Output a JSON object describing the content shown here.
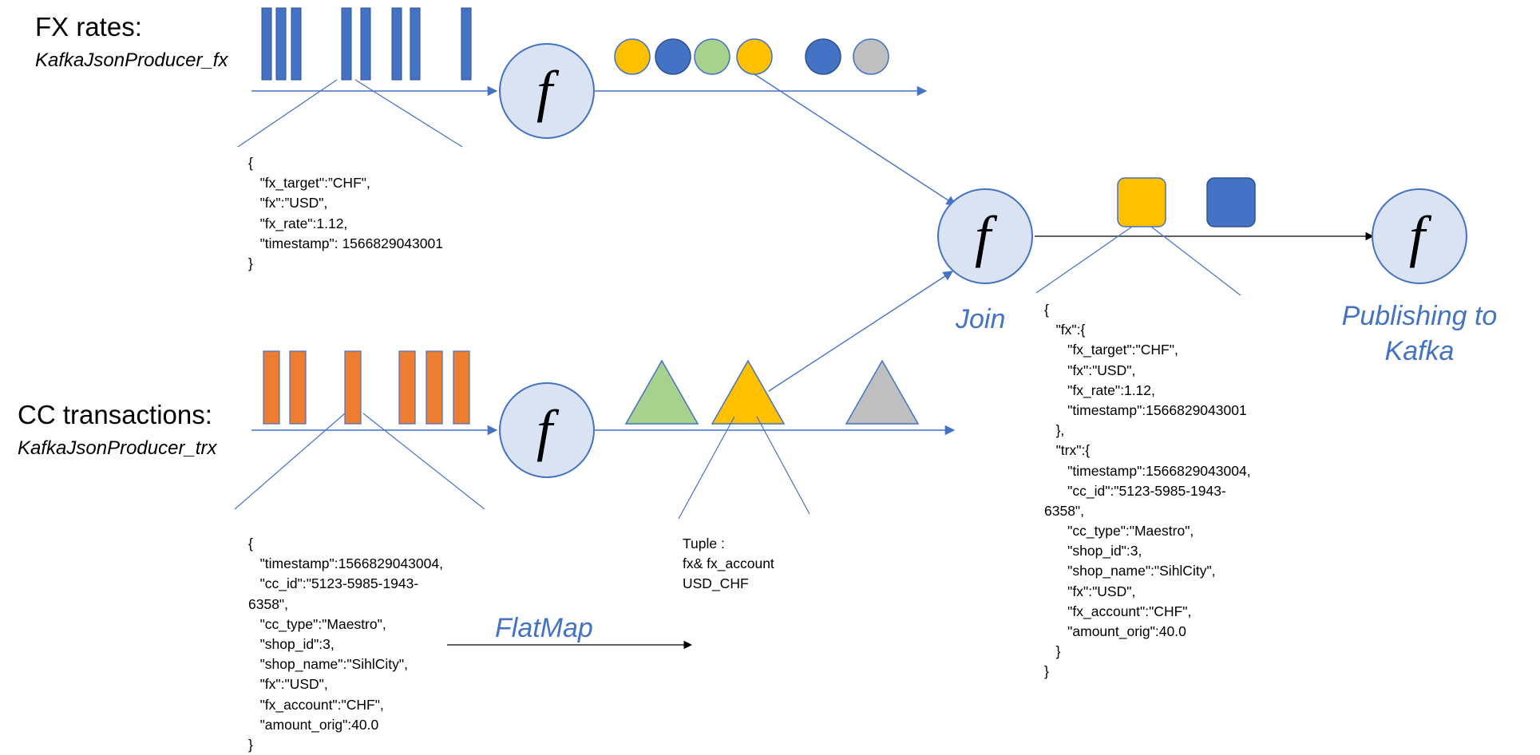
{
  "colors": {
    "accent": "#4472c4",
    "orange": "#ed7d31",
    "gold": "#ffc000",
    "green": "#a9d18e",
    "gray": "#bfbfbf",
    "func_fill": "#dae3f3"
  },
  "icons": {
    "function": "function-f-icon"
  },
  "function_symbol": "f",
  "fx_stream": {
    "title": "FX rates:",
    "subtitle": "KafkaJsonProducer_fx",
    "record_lines": [
      "{",
      "   \"fx_target\":”CHF\",",
      "   \"fx\":”USD\",",
      "   \"fx_rate\":1.12,",
      "   \"timestamp\": 1566829043001",
      "}"
    ]
  },
  "trx_stream": {
    "title": "CC transactions:",
    "subtitle": "KafkaJsonProducer_trx",
    "record_lines": [
      "{",
      "   \"timestamp\":1566829043004,",
      "   \"cc_id\":\"5123-5985-1943-",
      "6358\",",
      "   \"cc_type\":\"Maestro\",",
      "   \"shop_id\":3,",
      "   \"shop_name\":\"SihlCity\",",
      "   \"fx\":\"USD\",",
      "   \"fx_account\":\"CHF\",",
      "   \"amount_orig\":40.0",
      "}"
    ]
  },
  "tuple": {
    "lines": [
      "Tuple :",
      "fx& fx_account",
      "USD_CHF"
    ]
  },
  "operations": {
    "flatmap": "FlatMap",
    "join": "Join",
    "publish_line1": "Publishing to",
    "publish_line2": "Kafka"
  },
  "joined_record": {
    "lines": [
      "{",
      "   \"fx\":{",
      "      \"fx_target\":\"CHF\",",
      "      \"fx\":\"USD\",",
      "      \"fx_rate\":1.12,",
      "      \"timestamp\":1566829043001",
      "   },",
      "   \"trx\":{",
      "      \"timestamp\":1566829043004,",
      "      \"cc_id\":\"5123-5985-1943-",
      "6358\",",
      "      \"cc_type\":\"Maestro\",",
      "      \"shop_id\":3,",
      "      \"shop_name\":\"SihlCity\",",
      "      \"fx\":\"USD\",",
      "      \"fx_account\":\"CHF\",",
      "      \"amount_orig\":40.0",
      "   }",
      "}"
    ]
  }
}
